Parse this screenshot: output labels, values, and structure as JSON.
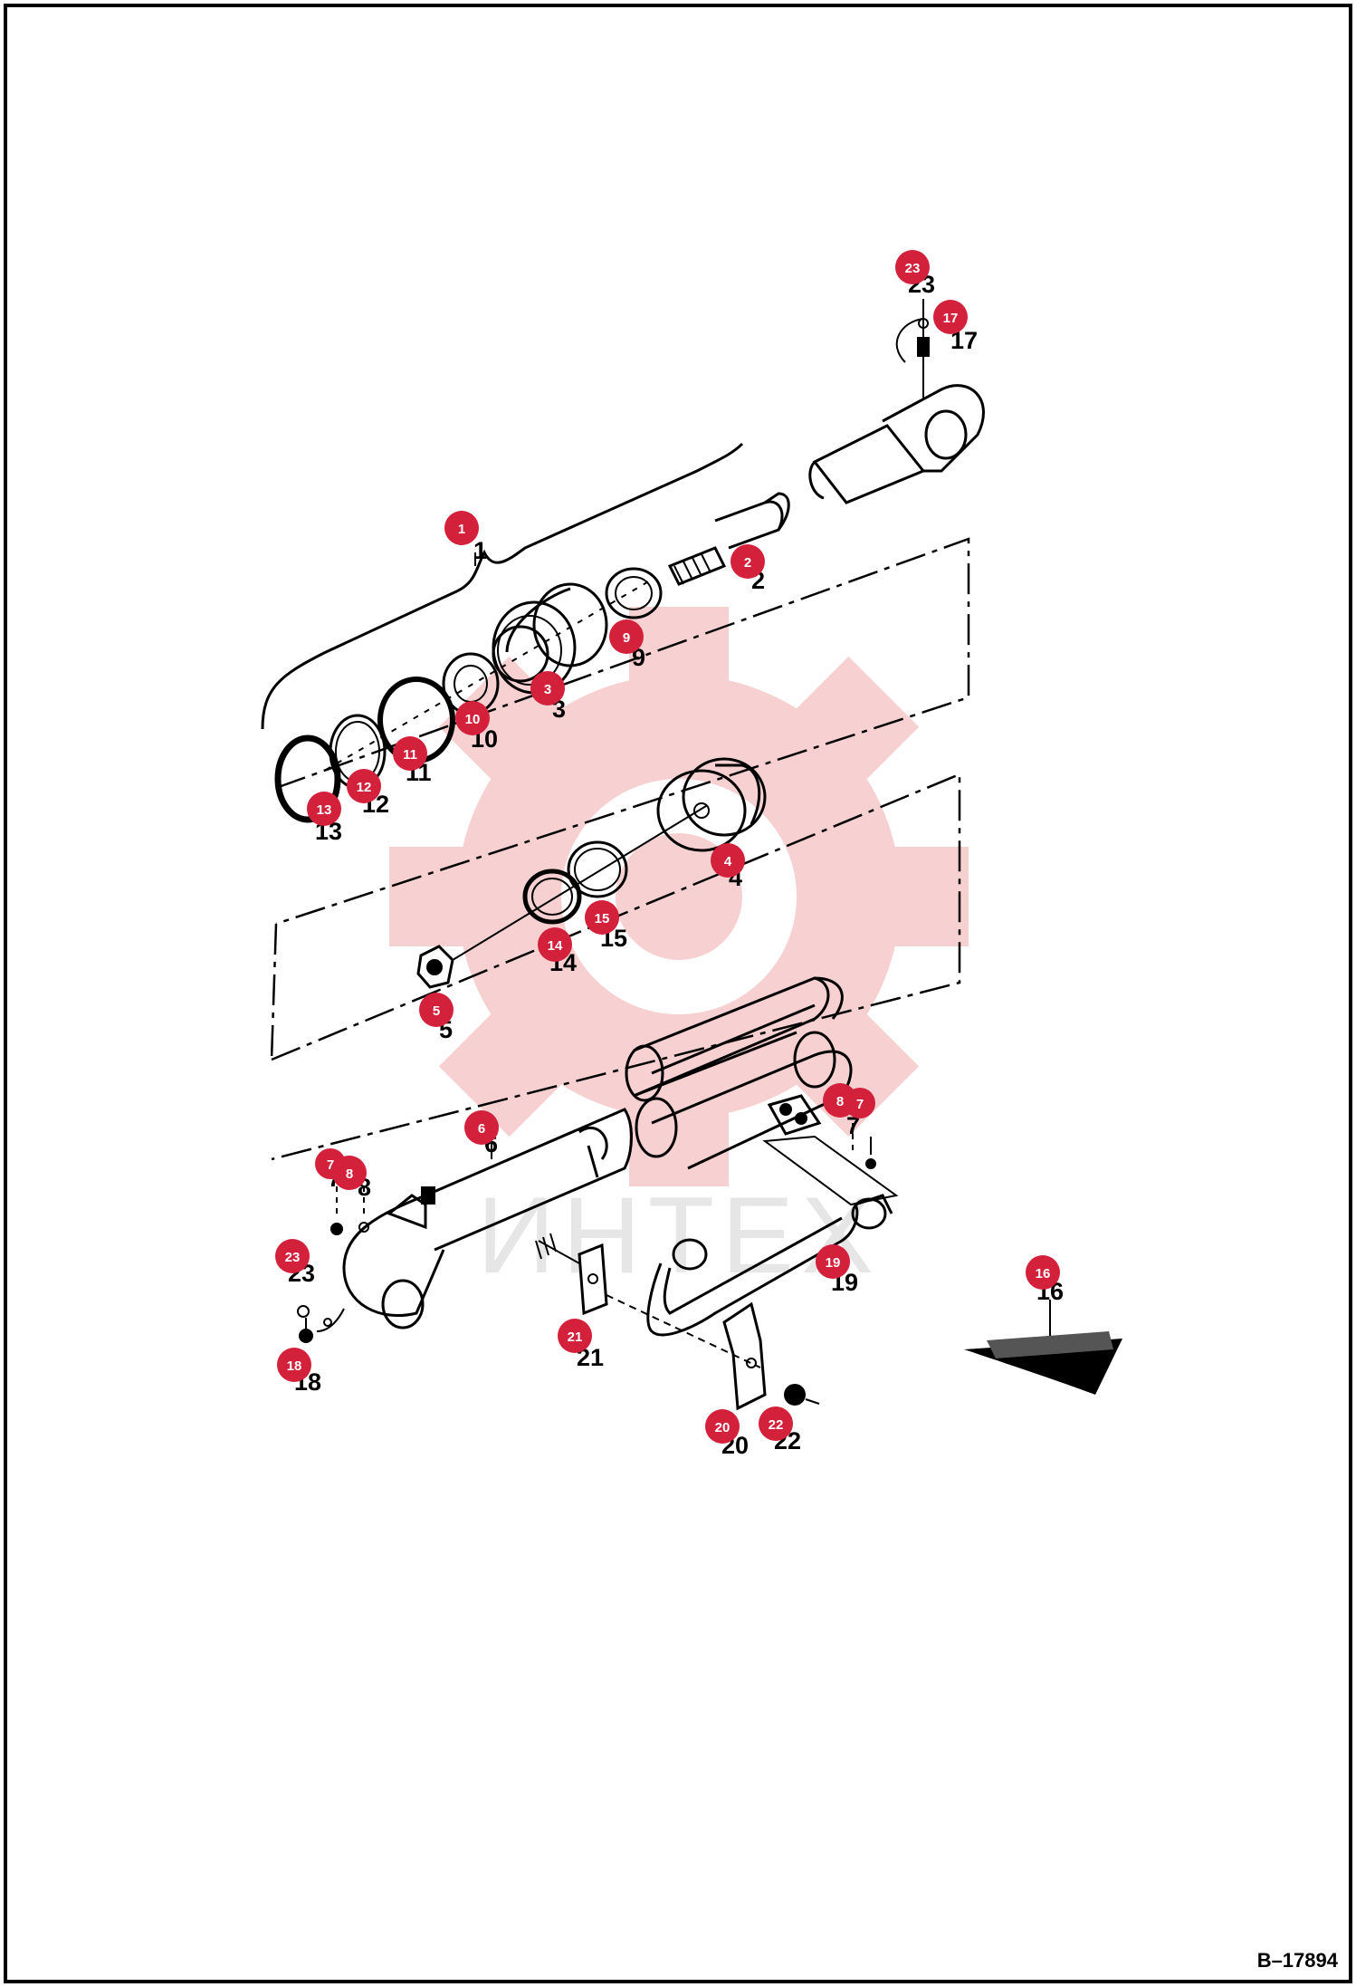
{
  "drawing_reference": "B–17894",
  "watermark_text": "ИНТЕХ",
  "callouts": [
    {
      "id": "1",
      "label": "1"
    },
    {
      "id": "2",
      "label": "2"
    },
    {
      "id": "3",
      "label": "3"
    },
    {
      "id": "4",
      "label": "4"
    },
    {
      "id": "5",
      "label": "5"
    },
    {
      "id": "6",
      "label": "6"
    },
    {
      "id": "7",
      "label": "7"
    },
    {
      "id": "8",
      "label": "8"
    },
    {
      "id": "9",
      "label": "9"
    },
    {
      "id": "10",
      "label": "10"
    },
    {
      "id": "11",
      "label": "11"
    },
    {
      "id": "12",
      "label": "12"
    },
    {
      "id": "13",
      "label": "13"
    },
    {
      "id": "14",
      "label": "14"
    },
    {
      "id": "15",
      "label": "15"
    },
    {
      "id": "16",
      "label": "16"
    },
    {
      "id": "17",
      "label": "17"
    },
    {
      "id": "18",
      "label": "18"
    },
    {
      "id": "19",
      "label": "19"
    },
    {
      "id": "20",
      "label": "20"
    },
    {
      "id": "21",
      "label": "21"
    },
    {
      "id": "22",
      "label": "22"
    },
    {
      "id": "23",
      "label": "23"
    }
  ],
  "colors": {
    "badge": "#d3203b",
    "watermark": "#f3b3b3",
    "line": "#000000"
  }
}
